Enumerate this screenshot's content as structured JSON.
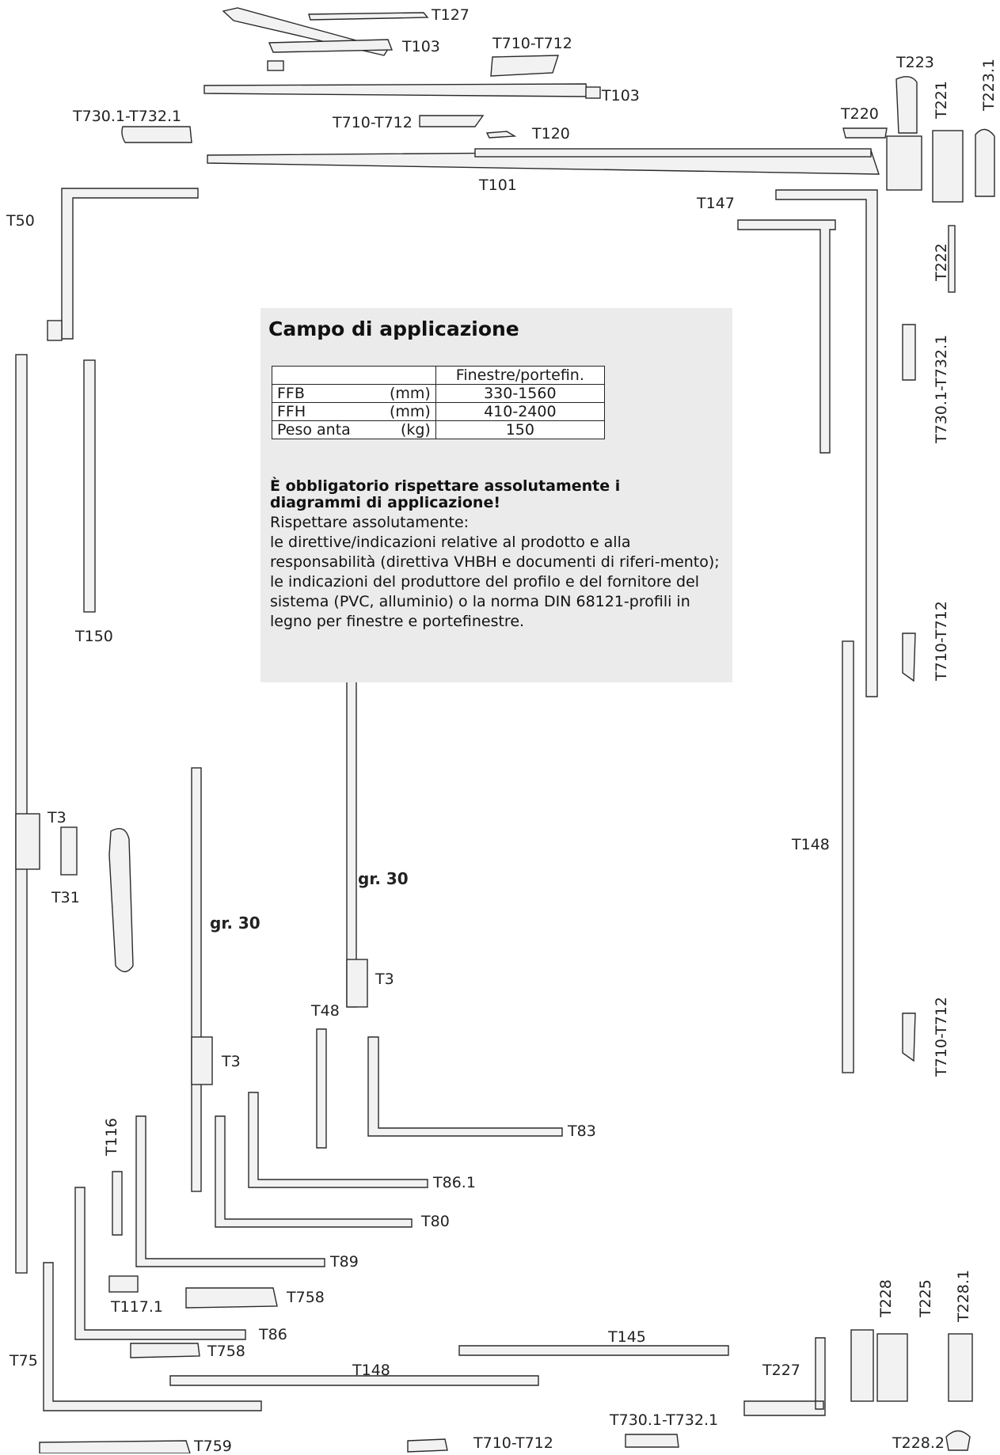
{
  "info": {
    "title": "Campo di applicazione",
    "table": {
      "header": "Finestre/portefin.",
      "rows": [
        {
          "label": "FFB",
          "unit": "(mm)",
          "value": "330-1560"
        },
        {
          "label": "FFH",
          "unit": "(mm)",
          "value": "410-2400"
        },
        {
          "label": "Peso anta",
          "unit": "(kg)",
          "value": "150"
        }
      ]
    },
    "warning_title": "È obbligatorio rispettare assolutamente i diagrammi di applicazione!",
    "warning_lines": [
      "Rispettare assolutamente:",
      "le direttive/indicazioni relative al prodotto e alla responsabilità (direttiva VHBH e documenti di riferi-mento);",
      "le indicazioni del produttore del profilo e del fornitore del sistema (PVC, alluminio) o la norma DIN 68121-profili in legno per finestre e portefinestre."
    ]
  },
  "labels": {
    "t127": "T127",
    "t103_a": "T103",
    "t710_a": "T710-T712",
    "t103_b": "T103",
    "t730_a": "T730.1-T732.1",
    "t710_b": "T710-T712",
    "t120": "T120",
    "t223": "T223",
    "t223_1": "T223.1",
    "t220": "T220",
    "t221": "T221",
    "t101": "T101",
    "t147": "T147",
    "t50": "T50",
    "t222": "T222",
    "t730_b": "T730.1-T732.1",
    "t150": "T150",
    "t710_c": "T710-T712",
    "t3_a": "T3",
    "t31": "T31",
    "t148_a": "T148",
    "gr30_a": "gr. 30",
    "gr30_b": "gr. 30",
    "t3_b": "T3",
    "t48": "T48",
    "t3_c": "T3",
    "t710_d": "T710-T712",
    "t83": "T83",
    "t116": "T116",
    "t86_1": "T86.1",
    "t80": "T80",
    "t89": "T89",
    "t117_1": "T117.1",
    "t758_a": "T758",
    "t86": "T86",
    "t758_b": "T758",
    "t145": "T145",
    "t148_b": "T148",
    "t75": "T75",
    "t227": "T227",
    "t228": "T228",
    "t225": "T225",
    "t228_1": "T228.1",
    "t730_c": "T730.1-T732.1",
    "t710_e": "T710-T712",
    "t759": "T759",
    "t228_2": "T228.2"
  },
  "colors": {
    "part_fill": "#f2f2f2",
    "part_stroke": "#2a2a2a",
    "box": "#ebebeb"
  }
}
